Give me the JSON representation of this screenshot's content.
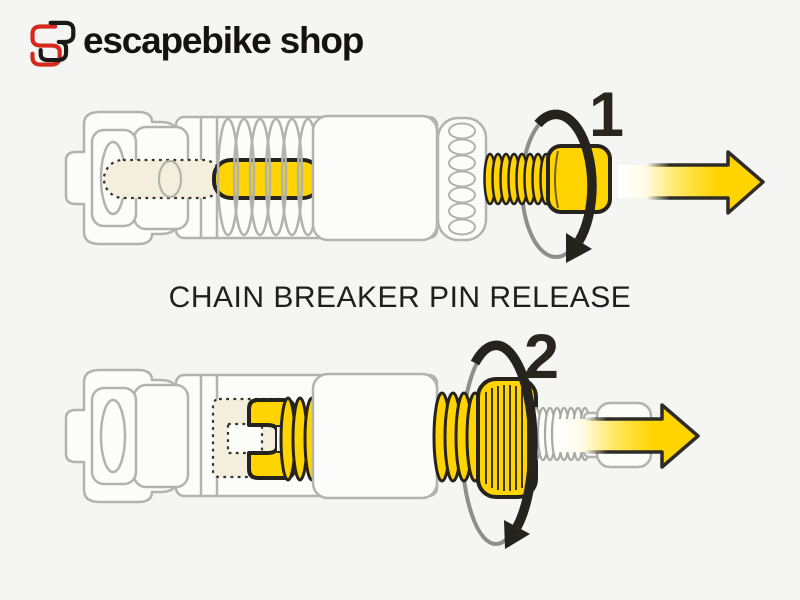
{
  "header": {
    "brand": "escapebike shop"
  },
  "diagram": {
    "title": "CHAIN BREAKER PIN RELEASE",
    "steps": [
      {
        "label": "1"
      },
      {
        "label": "2"
      }
    ]
  },
  "colors": {
    "accent_yellow": "#ffd400",
    "logo_red": "#d6291e",
    "ink": "#26231f",
    "outline_gray": "#b3b3ae",
    "ghost_cream": "#f4efdc",
    "background": "#f5f5f3"
  }
}
